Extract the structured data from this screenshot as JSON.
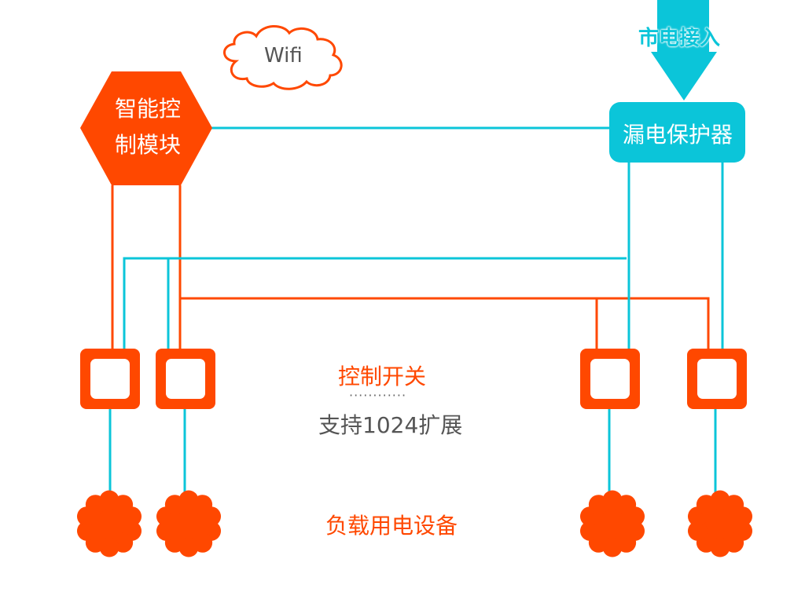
{
  "colors": {
    "orange": "#FF4800",
    "cyan": "#0BC5D9",
    "text_gray": "#555555",
    "white": "#FFFFFF"
  },
  "nodes": {
    "wifi": {
      "label": "Wifi",
      "icon": "cloud-icon"
    },
    "control_module": {
      "label_line1": "智能控",
      "label_line2": "制模块",
      "icon": "hexagon-shape"
    },
    "mains_input": {
      "label": "市电接入",
      "icon": "arrow-down-icon"
    },
    "leakage_protector": {
      "label": "漏电保护器"
    }
  },
  "switches": {
    "title": "控制开关",
    "dots": "············",
    "subtitle": "支持1024扩展",
    "count": 4
  },
  "loads": {
    "title": "负载用电设备",
    "count": 4
  }
}
